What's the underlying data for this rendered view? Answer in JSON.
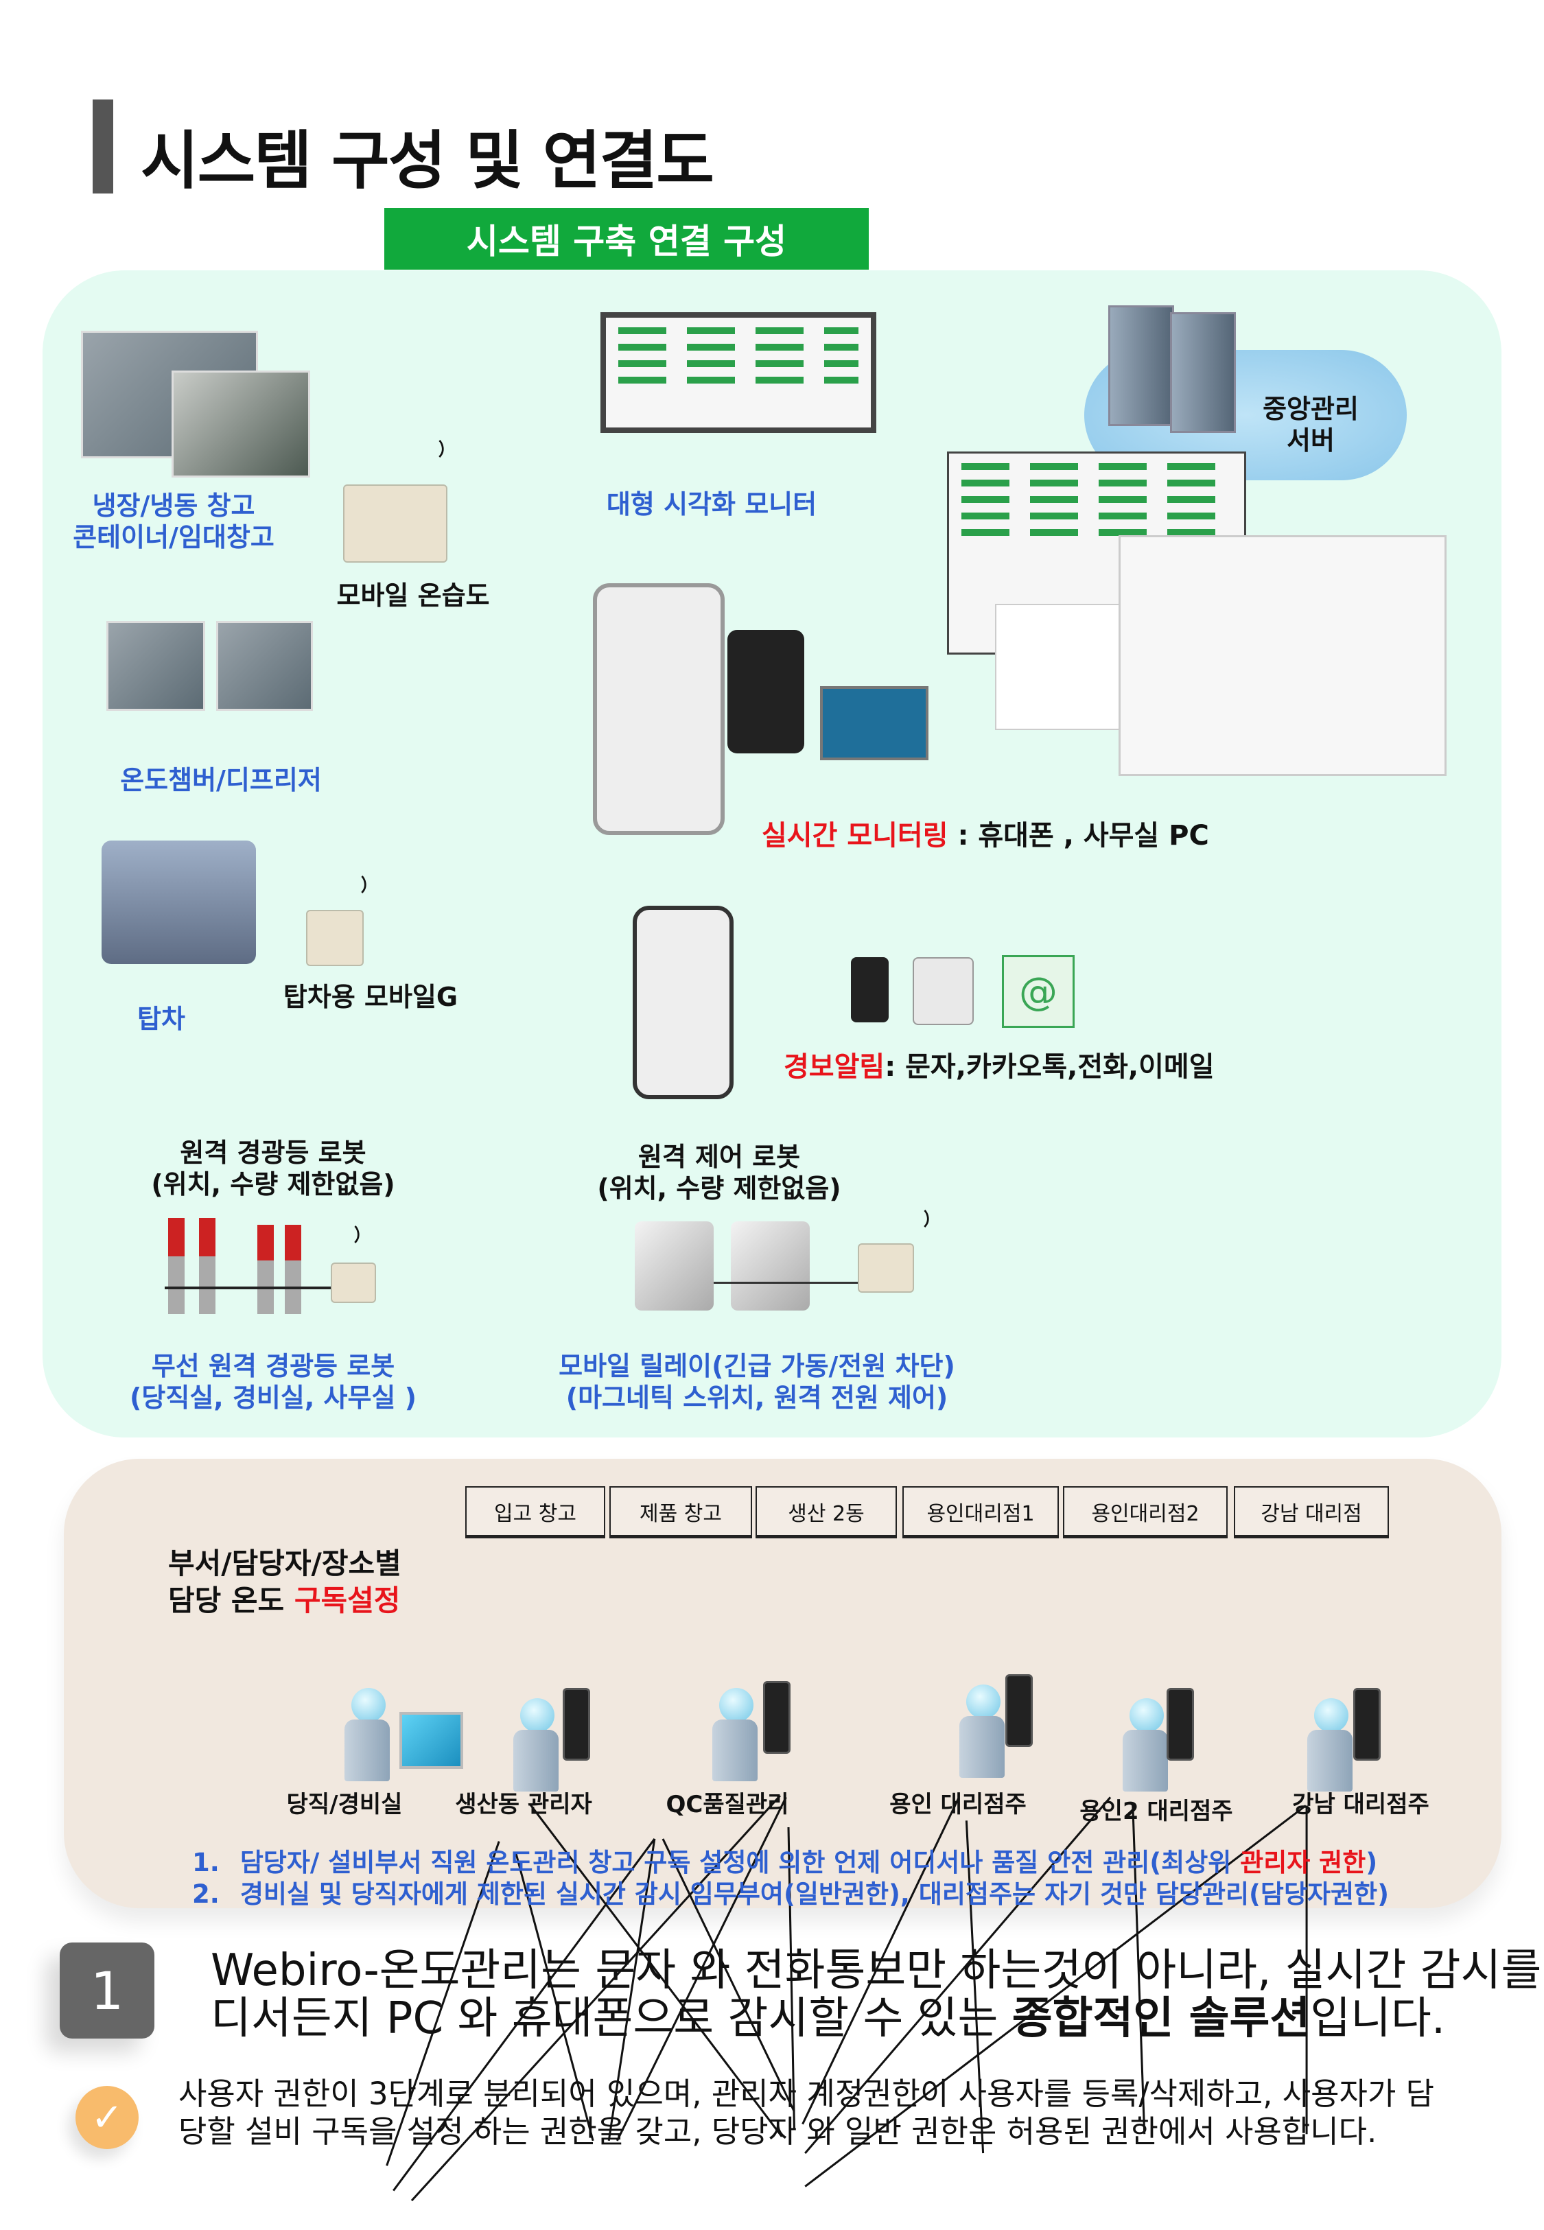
{
  "page_title": "시스템 구성 및 연결도",
  "banner": "시스템 구축 연결 구성",
  "diagram": {
    "warehouse": [
      "냉장/냉동 창고",
      "콘테이너/임대창고"
    ],
    "mobile_sensor": "모바일 온습도",
    "big_monitor": "대형 시각화 모니터",
    "server": [
      "중앙관리",
      "서버"
    ],
    "chamber": "온도챔버/디프리저",
    "realtime": {
      "highlight": "실시간 모니터링",
      "rest": " : 휴대폰 , 사무실 PC"
    },
    "truck": "탑차",
    "truck_gateway": "탑차용 모바일G",
    "alarm": {
      "highlight": "경보알림",
      "rest": ": 문자,카카오톡,전화,이메일"
    },
    "remote_light": [
      "원격 경광등 로봇",
      "(위치, 수량 제한없음)"
    ],
    "remote_control": [
      "원격 제어 로봇",
      "(위치, 수량 제한없음)"
    ],
    "wireless_light": [
      "무선 원격 경광등 로봇",
      "(당직실, 경비실, 사무실 )"
    ],
    "mobile_relay": [
      "모바일 릴레이(긴급 가동/전원 차단)",
      "(마그네틱 스위치, 원격 전원 제어)"
    ]
  },
  "subscription": {
    "label_line1": "부서/담당자/장소별",
    "label_line2_prefix": "담당 온도 ",
    "label_line2_highlight": "구독설정",
    "locations": [
      "입고 창고",
      "제품 창고",
      "생산 2동",
      "용인대리점1",
      "용인대리점2",
      "강남 대리점"
    ],
    "people": [
      "당직/경비실",
      "생산동 관리자",
      "QC품질관리",
      "용인 대리점주",
      "용인2 대리점주",
      "강남 대리점주"
    ],
    "notes": [
      {
        "num": "1.",
        "text": "담당자/ 설비부서 직원 온도관리 창고 구독 설정에 의한 언제 어디서나 품질 안전 관리(최상위 ",
        "highlight": "관리자 권한",
        "tail": ")"
      },
      {
        "num": "2.",
        "text": "경비실 및 당직자에게 제한된 실시간 감시 임무부여(일반권한), 대리점주는 자기 것만 담당관리(담당자권한)"
      }
    ]
  },
  "point1": {
    "number": "1",
    "line1": "Webiro-온도관리는 문자 와 전화통보만 하는것이 아니라, 실시간 감시를 어",
    "line2_prefix": "디서든지 PC 와 휴대폰으로 감시할 수 있는 ",
    "line2_bold": "종합적인 솔루션",
    "line2_suffix": "입니다."
  },
  "point2": {
    "icon": "check-icon",
    "line1": "사용자 권한이 3단계로 분리되어 있으며, 관리자 계정권한이 사용자를 등록/삭제하고, 사용자가 담",
    "line2": "당할 설비 구독을 설정 하는 권한을 갖고, 당당자 와 일반 권한은 허용된 권한에서 사용합니다."
  },
  "colors": {
    "accent_green": "#11a93c",
    "label_blue": "#2e5fd0",
    "highlight_red": "#e8141b"
  }
}
